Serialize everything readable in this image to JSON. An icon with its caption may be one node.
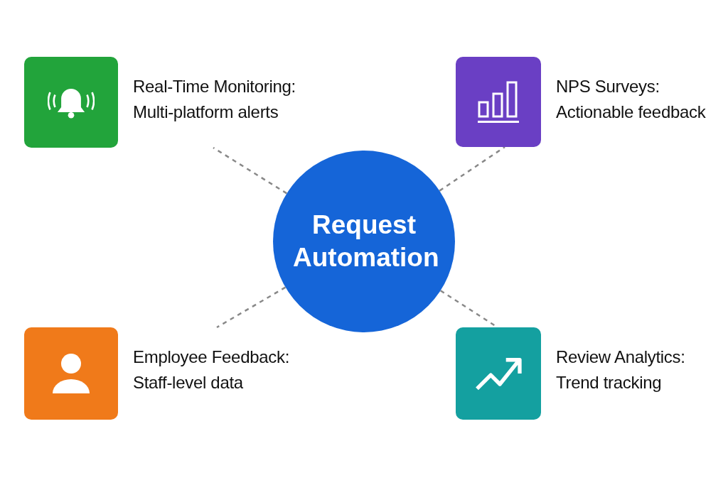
{
  "diagram": {
    "nodes": [
      {
        "text": [
          "Request Automation"
        ]
      },
      {
        "text": [
          "Real-Time Monitoring:",
          "Multi-platform alerts"
        ]
      },
      {
        "text": [
          "NPS Surveys:",
          "Actionable feedback"
        ]
      },
      {
        "text": [
          "Employee Feedback:",
          "Staff-level data"
        ]
      },
      {
        "text": [
          "Review Analytics:",
          "Trend tracking"
        ]
      }
    ],
    "edges": [
      {
        "from": 0,
        "to": 1,
        "arrow": "none",
        "style": "dashed"
      },
      {
        "from": 0,
        "to": 2,
        "arrow": "none",
        "style": "dashed"
      },
      {
        "from": 0,
        "to": 3,
        "arrow": "none",
        "style": "dashed"
      },
      {
        "from": 0,
        "to": 4,
        "arrow": "none",
        "style": "dashed"
      }
    ]
  }
}
